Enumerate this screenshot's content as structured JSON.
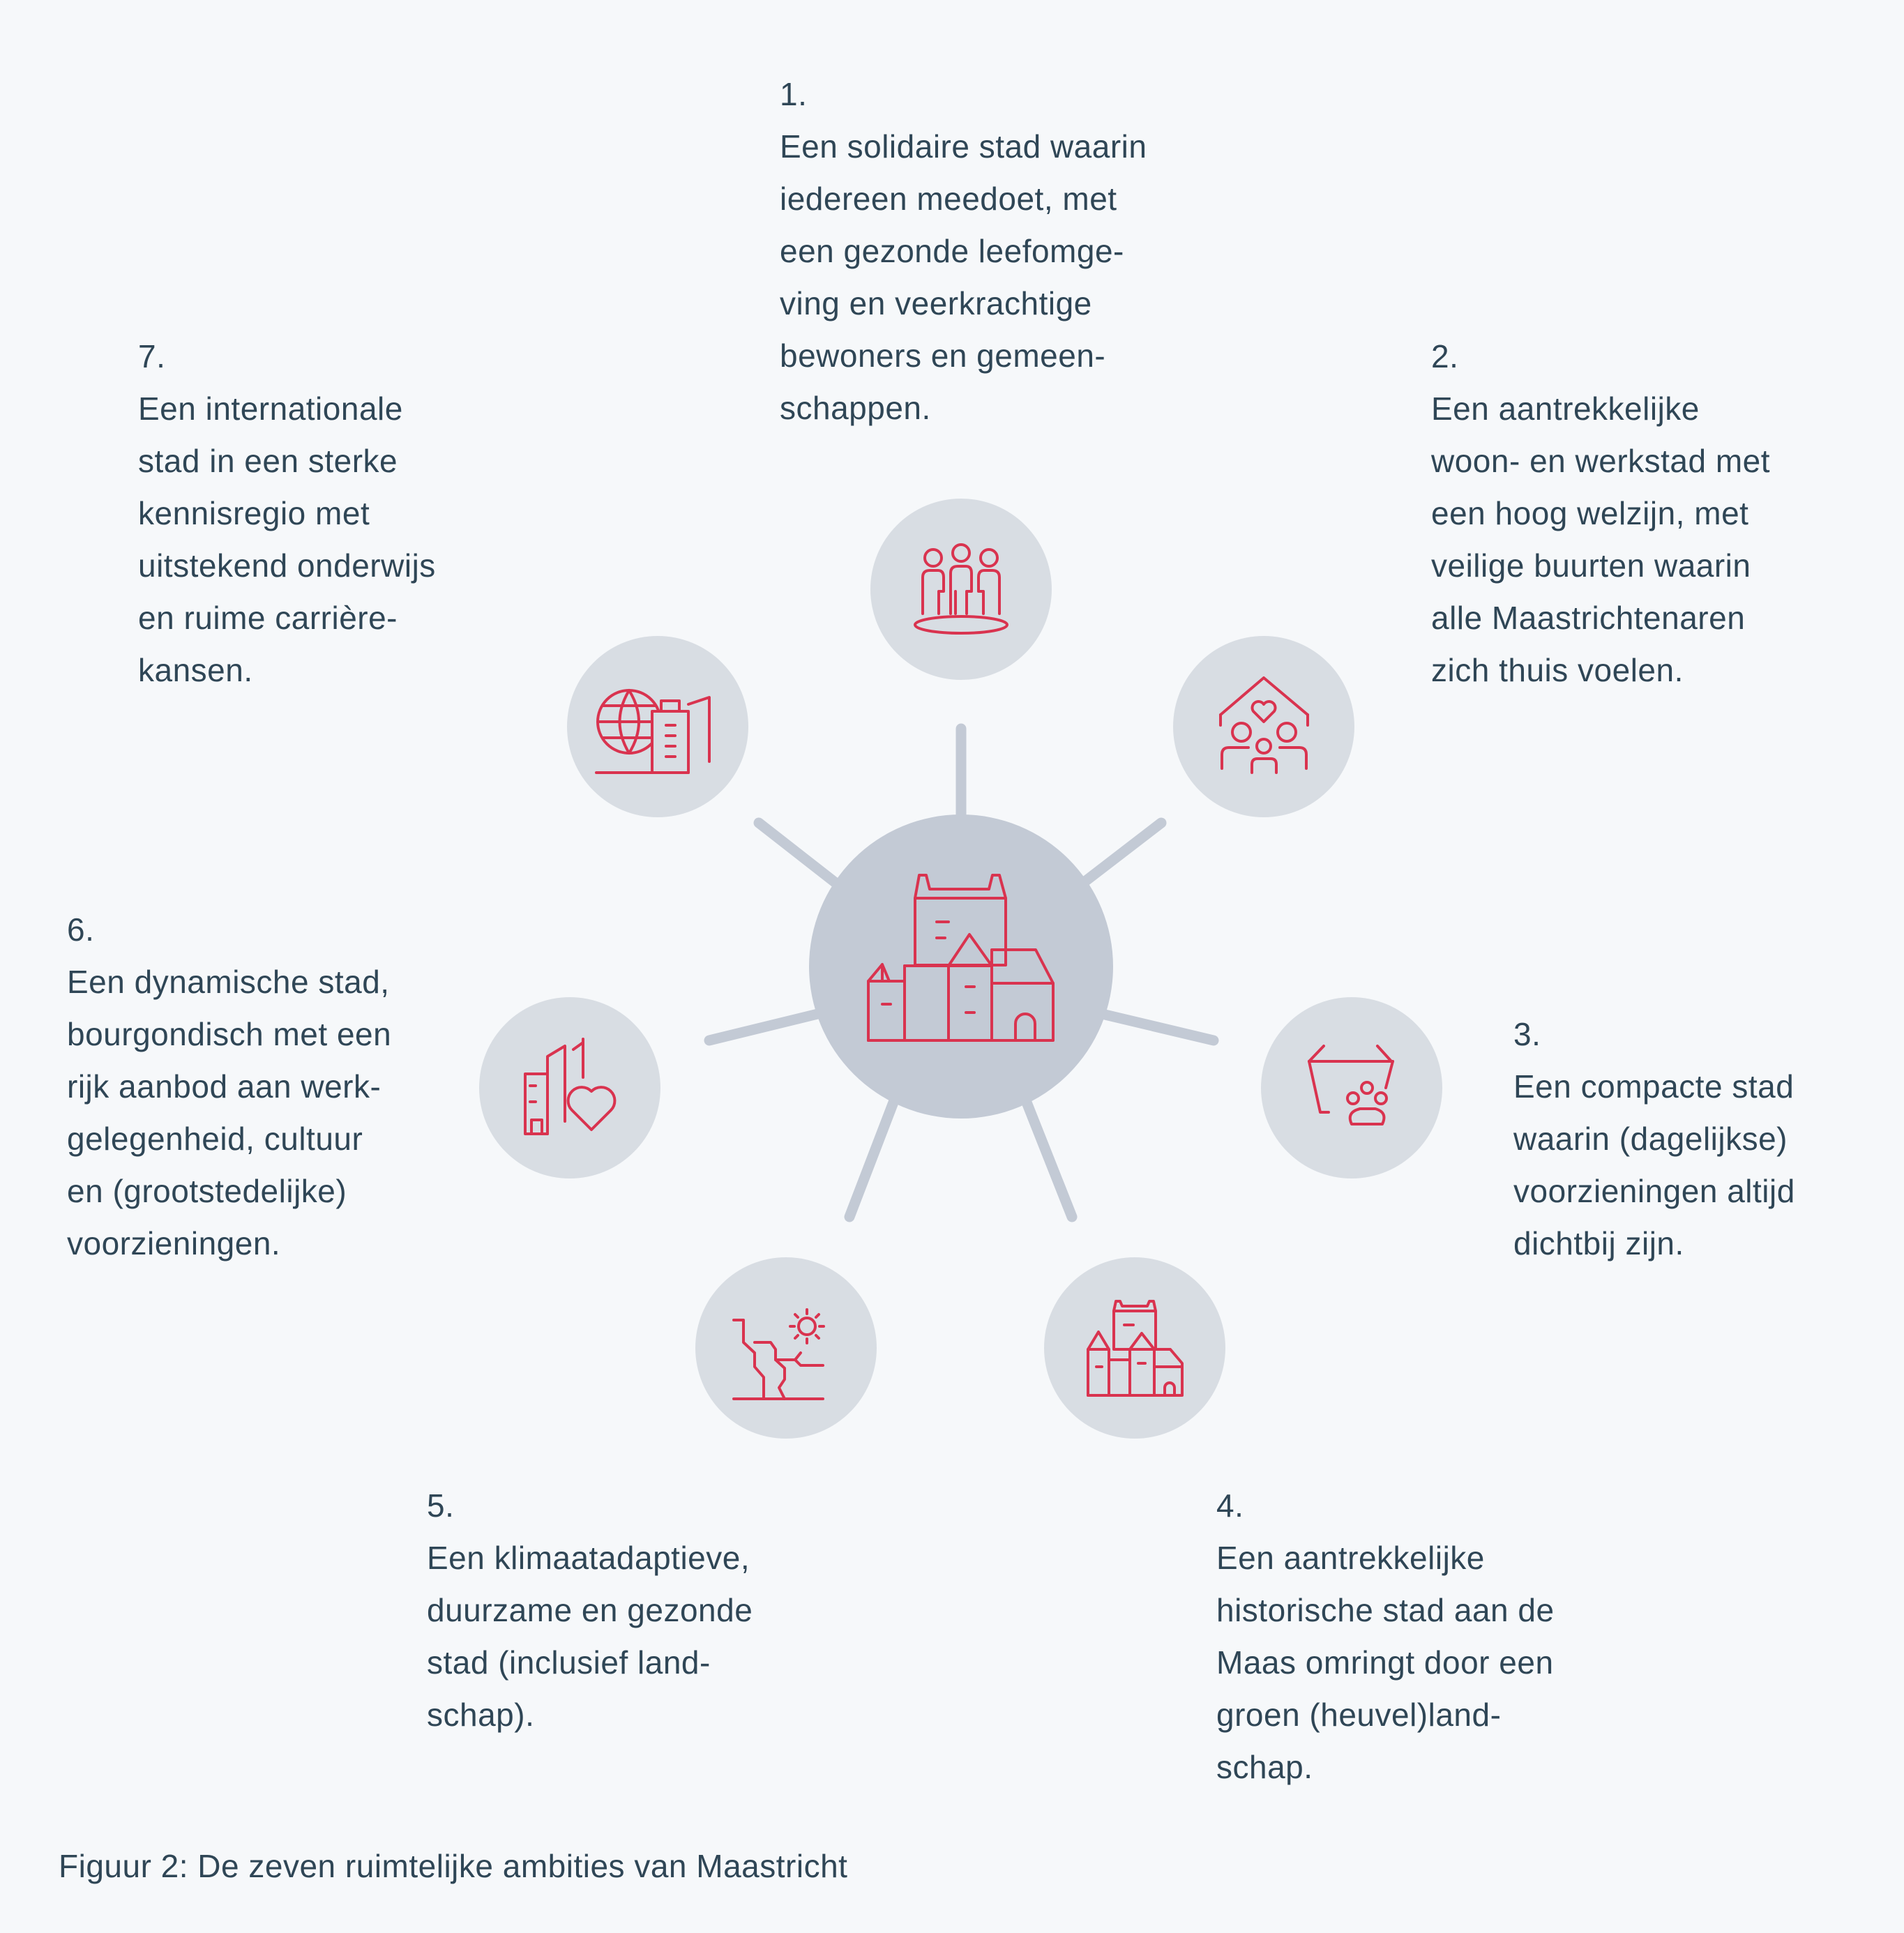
{
  "colors": {
    "background": "#f6f8fa",
    "text": "#2f4656",
    "accent_red": "#d9334f",
    "circle_outer": "#d8dde3",
    "circle_center": "#c3cad5",
    "spoke": "#c3cad5"
  },
  "center": {
    "icon": "castle-icon"
  },
  "ambitions": [
    {
      "number": "1.",
      "lines": [
        "Een solidaire stad waarin",
        "iedereen meedoet, met",
        "een gezonde leefomge-",
        "ving en veerkrachtige",
        "bewoners en gemeen-",
        "schappen."
      ],
      "icon": "people-community-icon"
    },
    {
      "number": "2.",
      "lines": [
        "Een aantrekkelijke",
        "woon- en werkstad met",
        "een hoog welzijn, met",
        "veilige buurten waarin",
        "alle Maastrichtenaren",
        "zich thuis voelen."
      ],
      "icon": "home-family-heart-icon"
    },
    {
      "number": "3.",
      "lines": [
        "Een compacte stad",
        "waarin (dagelijkse)",
        "voorzieningen altijd",
        "dichtbij zijn."
      ],
      "icon": "shopping-basket-icon"
    },
    {
      "number": "4.",
      "lines": [
        "Een aantrekkelijke",
        "historische stad aan de",
        "Maas omringt door een",
        "groen (heuvel)land-",
        "schap."
      ],
      "icon": "historic-town-icon"
    },
    {
      "number": "5.",
      "lines": [
        "Een klimaatadaptieve,",
        "duurzame en gezonde",
        "stad (inclusief land-",
        "schap)."
      ],
      "icon": "landscape-sun-icon"
    },
    {
      "number": "6.",
      "lines": [
        "Een dynamische stad,",
        "bourgondisch met een",
        "rijk aanbod aan werk-",
        "gelegenheid, cultuur",
        "en (grootstedelijke)",
        "voorzieningen."
      ],
      "icon": "buildings-heart-icon"
    },
    {
      "number": "7.",
      "lines": [
        "Een internationale",
        "stad in een sterke",
        "kennisregio met",
        "uitstekend onderwijs",
        "en ruime carrière-",
        "kansen."
      ],
      "icon": "globe-building-icon"
    }
  ],
  "caption": "Figuur 2: De zeven ruimtelijke ambities van Maastricht"
}
